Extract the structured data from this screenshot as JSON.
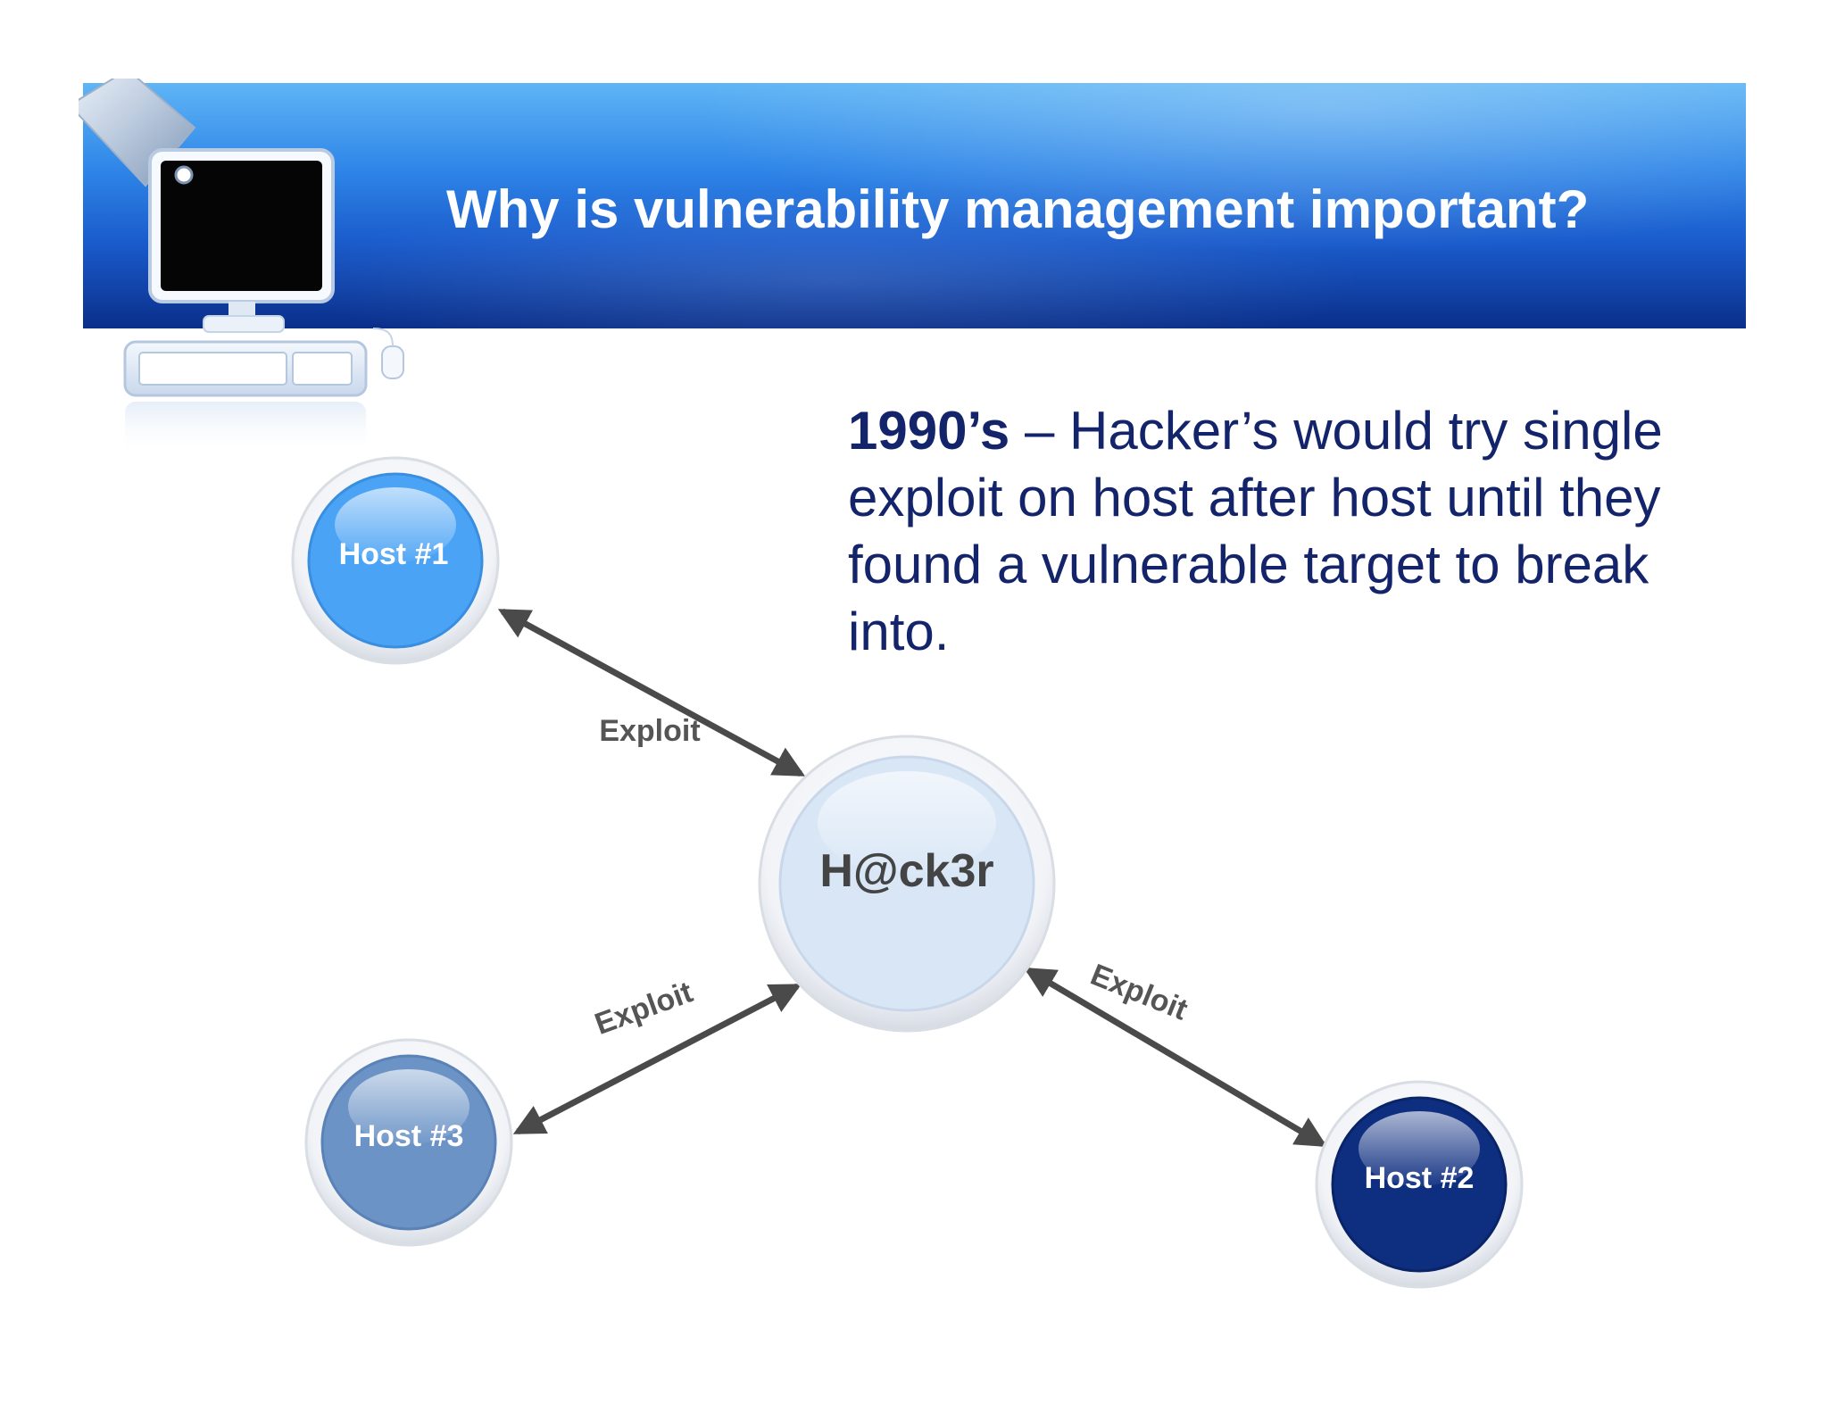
{
  "slide": {
    "title": "Why is vulnerability management important?",
    "body": {
      "lead": "1990’s",
      "rest": " – Hacker’s would try single exploit on host after host until they found a vulnerable target to break into."
    }
  },
  "diagram": {
    "nodes": [
      {
        "id": "hacker",
        "label": "H@ck3r",
        "color": "#d8e6f6",
        "text_color": "#444444"
      },
      {
        "id": "host1",
        "label": "Host #1",
        "color": "#4ba3f5",
        "text_color": "#ffffff"
      },
      {
        "id": "host2",
        "label": "Host #2",
        "color": "#0e2e80",
        "text_color": "#ffffff"
      },
      {
        "id": "host3",
        "label": "Host #3",
        "color": "#6b93c6",
        "text_color": "#ffffff"
      }
    ],
    "edges": [
      {
        "from": "hacker",
        "to": "host1",
        "label": "Exploit"
      },
      {
        "from": "hacker",
        "to": "host3",
        "label": "Exploit"
      },
      {
        "from": "hacker",
        "to": "host2",
        "label": "Exploit"
      }
    ],
    "edge_color": "#4a4a4a"
  }
}
